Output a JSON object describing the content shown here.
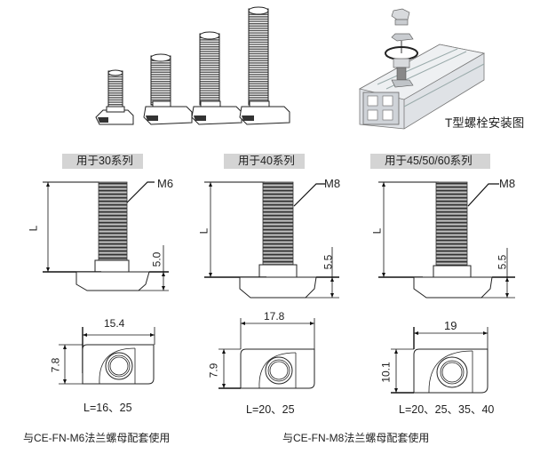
{
  "install_caption": "T型螺栓安装图",
  "series_labels": [
    "用于30系列",
    "用于40系列",
    "用于45/50/60系列"
  ],
  "bolts": [
    {
      "thread": "M6",
      "length_label": "L",
      "head_height": "5.0",
      "width": "15.4",
      "depth": "7.8",
      "lengths": "L=16、25"
    },
    {
      "thread": "M8",
      "length_label": "L",
      "head_height": "5.5",
      "width": "17.8",
      "depth": "7.9",
      "lengths": "L=20、25"
    },
    {
      "thread": "M8",
      "length_label": "L",
      "head_height": "5.5",
      "width": "19",
      "depth": "10.1",
      "lengths": "L=20、25、35、40"
    }
  ],
  "footnotes": [
    "与CE-FN-M6法兰螺母配套使用",
    "与CE-FN-M8法兰螺母配套使用"
  ],
  "colors": {
    "label_bar": "#d4d4d4",
    "line": "#1a1a1a",
    "thread_fill": "#8a8a8a",
    "profile": "#c8ccd2"
  }
}
